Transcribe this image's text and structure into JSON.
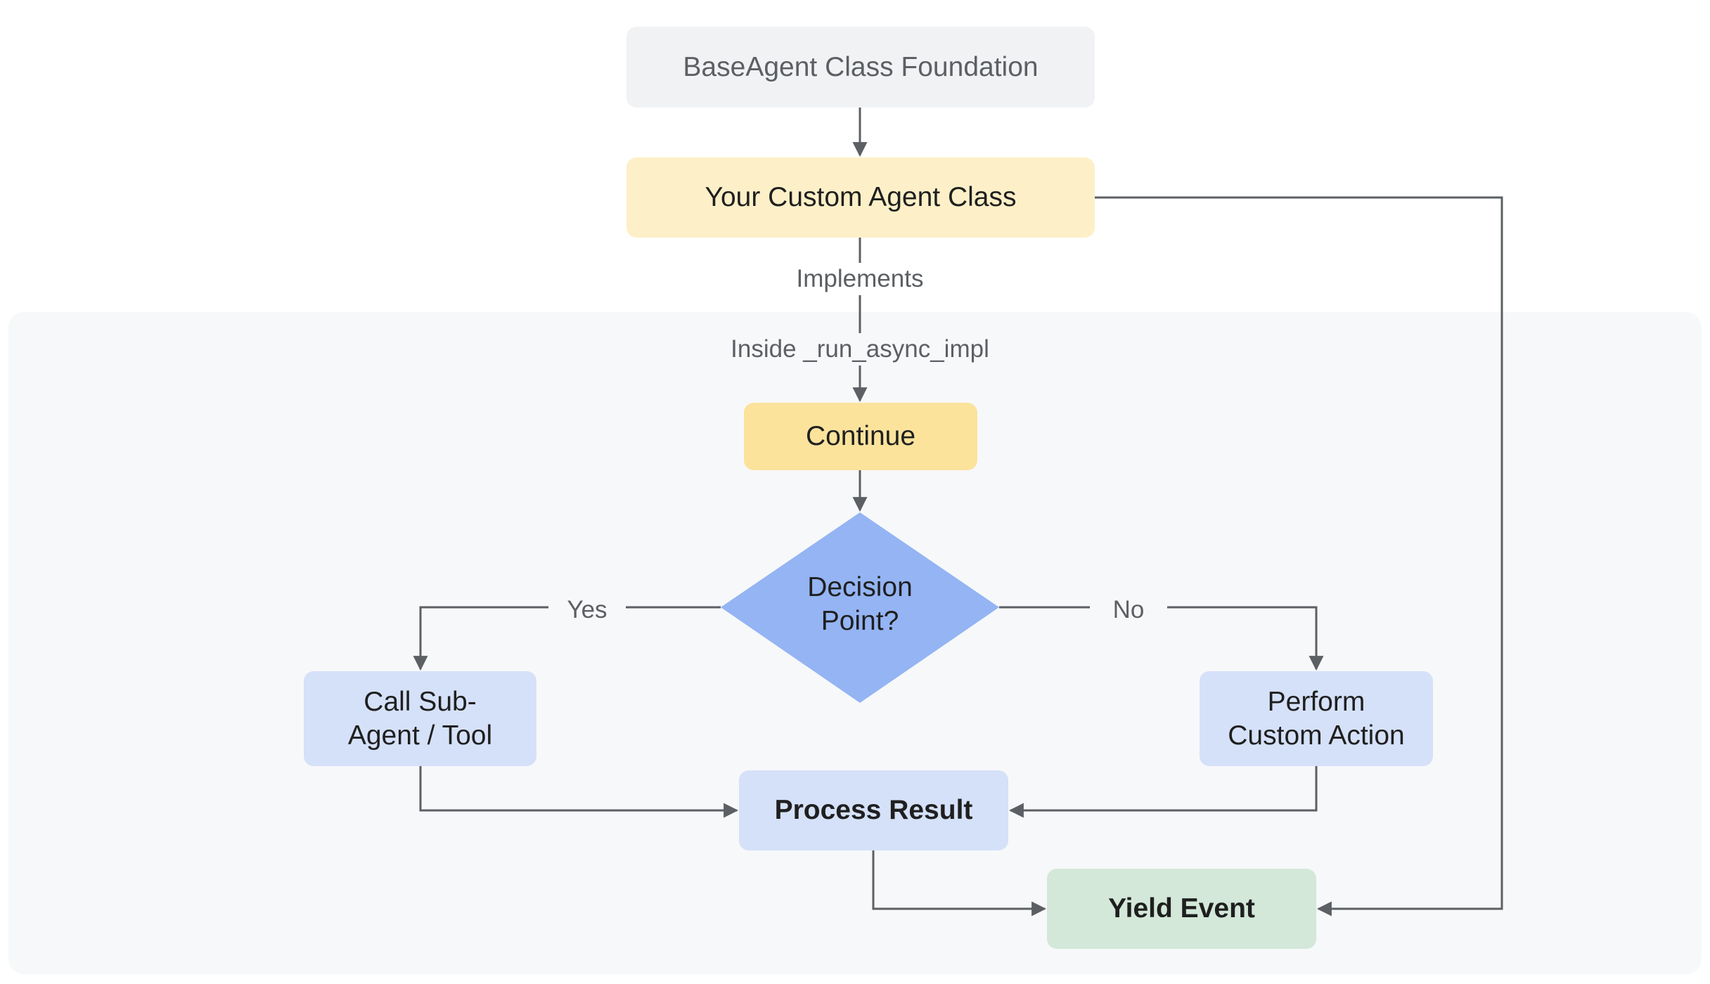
{
  "nodes": {
    "base": "BaseAgent Class Foundation",
    "custom": "Your Custom Agent Class",
    "continue": "Continue",
    "decision": "Decision\nPoint?",
    "call": "Call Sub-\nAgent / Tool",
    "perform": "Perform\nCustom Action",
    "process": "Process Result",
    "yield": "Yield Event"
  },
  "edge_labels": {
    "implements": "Implements",
    "inside": "Inside _run_async_impl",
    "yes": "Yes",
    "no": "No"
  },
  "colors": {
    "edge": "#5c5f63",
    "panel": "#f7f8fa",
    "decision": "#94b4f3"
  }
}
